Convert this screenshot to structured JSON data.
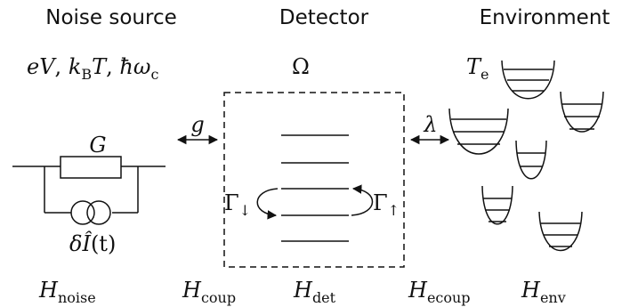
{
  "headings": {
    "noise_source": "Noise source",
    "detector": "Detector",
    "environment": "Environment"
  },
  "params": {
    "noise": {
      "e": "e",
      "V": "V",
      "sep1": ", ",
      "k": "k",
      "k_sub": "B",
      "T": "T",
      "sep2": ", ",
      "hbar": "ħ",
      "omega": "ω",
      "omega_sub": "c"
    },
    "detector": "Ω",
    "environment": {
      "T": "T",
      "T_sub": "e"
    }
  },
  "circuit": {
    "conductance": "G",
    "current_noise": {
      "delta": "δ",
      "I": "Î",
      "arg": "(t)"
    }
  },
  "couplings": {
    "g": "g",
    "lambda": "λ"
  },
  "rates": {
    "down": {
      "symbol": "Γ",
      "arrow": "↓"
    },
    "up": {
      "symbol": "Γ",
      "arrow": "↑"
    }
  },
  "hamiltonians": {
    "noise": {
      "H": "H",
      "sub": "noise"
    },
    "coup": {
      "H": "H",
      "sub": "coup"
    },
    "det": {
      "H": "H",
      "sub": "det"
    },
    "ecoup": {
      "H": "H",
      "sub": "ecoup"
    },
    "env": {
      "H": "H",
      "sub": "env"
    }
  }
}
